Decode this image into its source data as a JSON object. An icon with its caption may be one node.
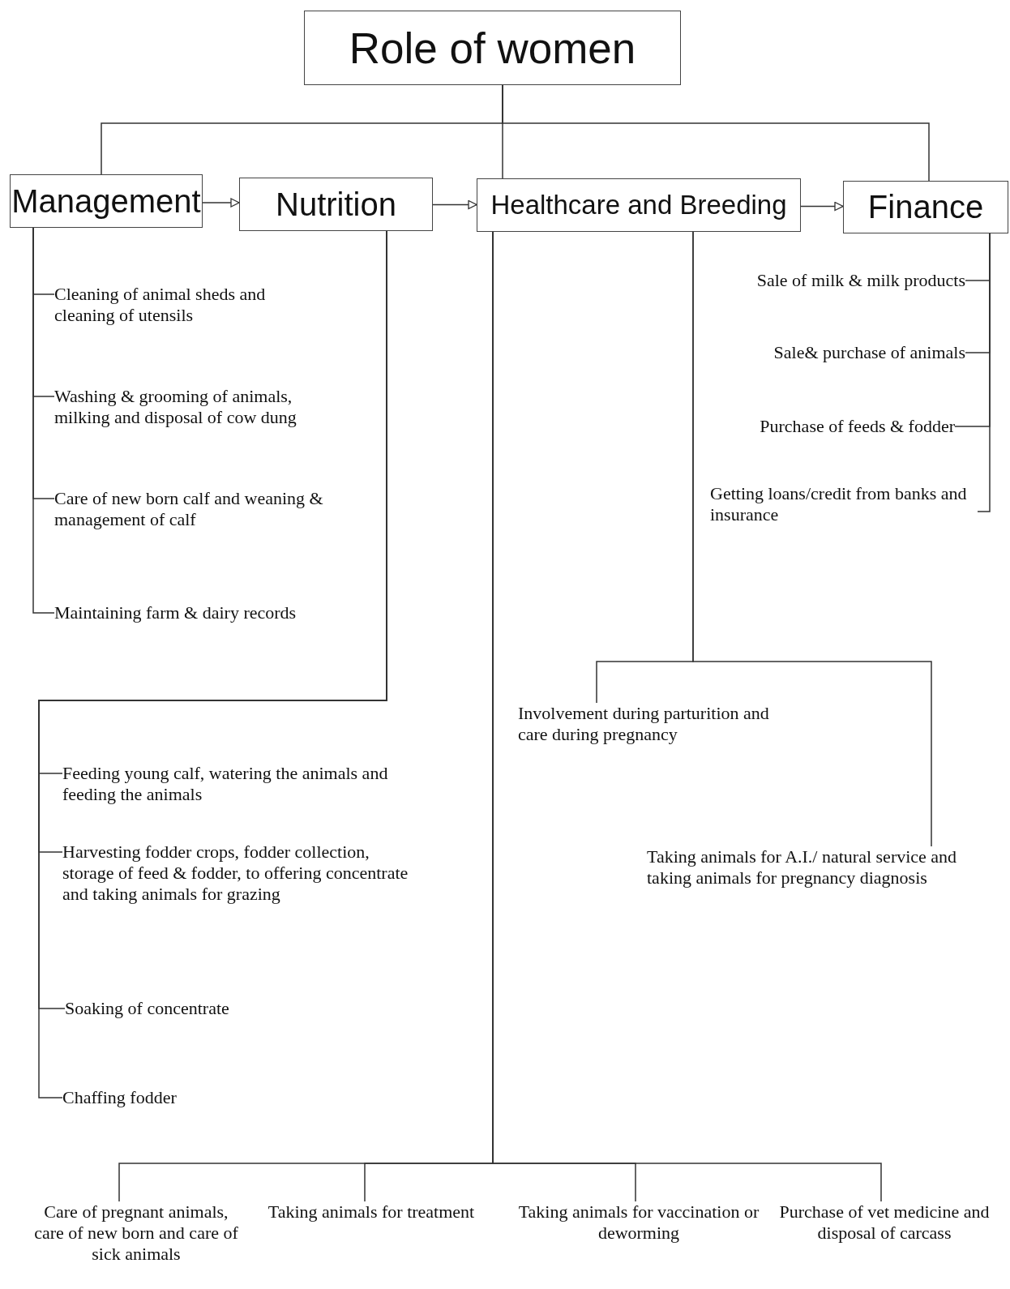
{
  "diagram": {
    "nodes": [
      {
        "text": [
          "Role of women"
        ]
      },
      {
        "text": [
          "Management"
        ]
      },
      {
        "text": [
          "Nutrition"
        ]
      },
      {
        "text": [
          "Healthcare and Breeding"
        ]
      },
      {
        "text": [
          "Finance"
        ]
      },
      {
        "text": [
          "Cleaning of animal sheds and cleaning of utensils"
        ]
      },
      {
        "text": [
          "Washing & grooming of animals, milking and disposal of cow dung"
        ]
      },
      {
        "text": [
          "Care of new born calf and weaning & management of calf"
        ]
      },
      {
        "text": [
          "Maintaining farm & dairy records"
        ]
      },
      {
        "text": [
          "Feeding young calf, watering the animals and feeding the animals"
        ]
      },
      {
        "text": [
          "Harvesting fodder crops, fodder collection, storage of feed & fodder, to offering concentrate and taking animals for grazing"
        ]
      },
      {
        "text": [
          "Soaking of concentrate"
        ]
      },
      {
        "text": [
          "Chaffing fodder"
        ]
      },
      {
        "text": [
          "Sale of milk & milk products"
        ]
      },
      {
        "text": [
          "Sale& purchase of animals"
        ]
      },
      {
        "text": [
          "Purchase of feeds & fodder"
        ]
      },
      {
        "text": [
          "Getting loans/credit from banks and insurance"
        ]
      },
      {
        "text": [
          "Involvement during parturition and care during pregnancy"
        ]
      },
      {
        "text": [
          "Taking animals for A.I./ natural service and taking animals for pregnancy diagnosis"
        ]
      },
      {
        "text": [
          "Care of pregnant animals, care of new born and care of sick animals"
        ]
      },
      {
        "text": [
          "Taking animals for treatment"
        ]
      },
      {
        "text": [
          "Taking animals for vaccination or deworming"
        ]
      },
      {
        "text": [
          "Purchase of vet medicine and disposal of carcass"
        ]
      }
    ],
    "edges": [
      {
        "from": 0,
        "to": 1,
        "arrow": "none"
      },
      {
        "from": 0,
        "to": 3,
        "arrow": "none"
      },
      {
        "from": 0,
        "to": 4,
        "arrow": "none"
      },
      {
        "from": 1,
        "to": 2,
        "arrow": "to"
      },
      {
        "from": 2,
        "to": 3,
        "arrow": "to"
      },
      {
        "from": 3,
        "to": 4,
        "arrow": "to"
      },
      {
        "from": 1,
        "to": 5,
        "arrow": "none"
      },
      {
        "from": 1,
        "to": 6,
        "arrow": "none"
      },
      {
        "from": 1,
        "to": 7,
        "arrow": "none"
      },
      {
        "from": 1,
        "to": 8,
        "arrow": "none"
      },
      {
        "from": 2,
        "to": 9,
        "arrow": "none"
      },
      {
        "from": 2,
        "to": 10,
        "arrow": "none"
      },
      {
        "from": 2,
        "to": 11,
        "arrow": "none"
      },
      {
        "from": 2,
        "to": 12,
        "arrow": "none"
      },
      {
        "from": 4,
        "to": 13,
        "arrow": "none"
      },
      {
        "from": 4,
        "to": 14,
        "arrow": "none"
      },
      {
        "from": 4,
        "to": 15,
        "arrow": "none"
      },
      {
        "from": 4,
        "to": 16,
        "arrow": "none"
      },
      {
        "from": 3,
        "to": 17,
        "arrow": "none"
      },
      {
        "from": 3,
        "to": 18,
        "arrow": "none"
      },
      {
        "from": 3,
        "to": 19,
        "arrow": "none"
      },
      {
        "from": 3,
        "to": 20,
        "arrow": "none"
      },
      {
        "from": 3,
        "to": 21,
        "arrow": "none"
      },
      {
        "from": 3,
        "to": 22,
        "arrow": "none"
      }
    ]
  }
}
